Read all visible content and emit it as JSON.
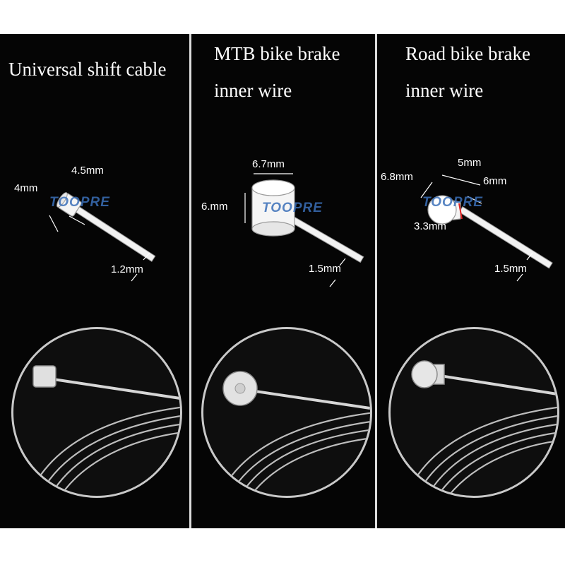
{
  "panels": [
    {
      "title_lines": [
        "Universal shift cable"
      ],
      "dims": [
        "4.5mm",
        "4mm",
        "1.2mm"
      ],
      "watermark": "TOOPRE"
    },
    {
      "title_lines": [
        "MTB bike brake",
        "inner wire"
      ],
      "dims": [
        "6.7mm",
        "6.mm",
        "1.5mm"
      ],
      "watermark": "TOOPRE"
    },
    {
      "title_lines": [
        "Road bike brake",
        "inner wire"
      ],
      "dims": [
        "5mm",
        "6.8mm",
        "6mm",
        "3.3mm",
        "1.5mm"
      ],
      "watermark": "TOOPRE"
    }
  ],
  "colors": {
    "background": "#000000",
    "divider": "#dcdcdc",
    "text": "#ffffff",
    "watermark": "#3a6fb8",
    "arrow_accent": "#e02020"
  }
}
